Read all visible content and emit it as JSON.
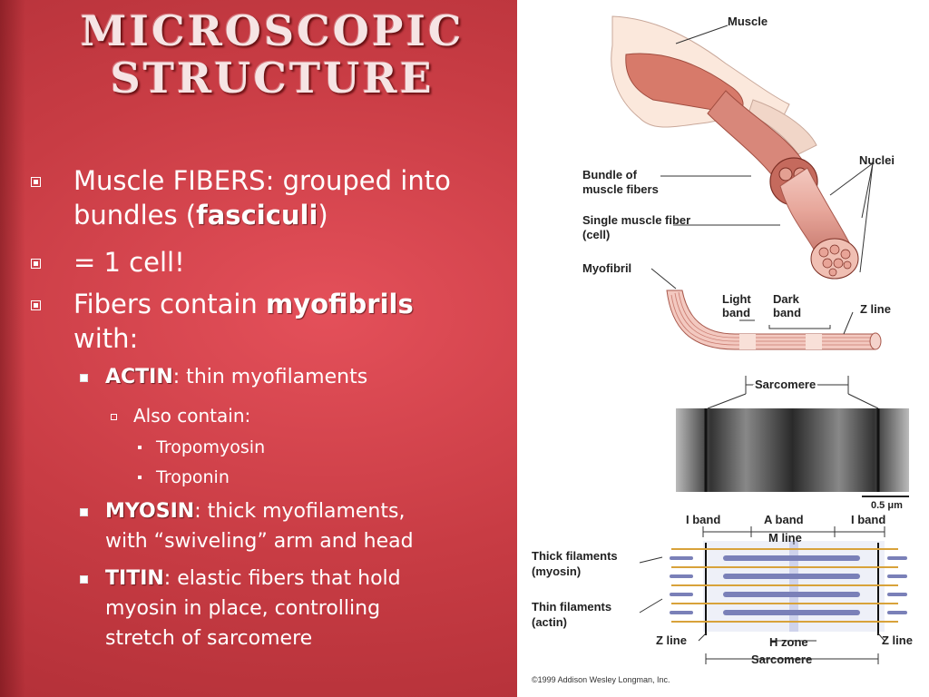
{
  "slide": {
    "title_line1": "MICROSCOPIC",
    "title_line2": "STRUCTURE",
    "colors": {
      "background": "#c83c44",
      "text": "#ffffff",
      "title": "#f6e4e4"
    }
  },
  "bullets": {
    "b1": {
      "pre": "Muscle FIBERS: grouped into",
      "line2_pre": "bundles (",
      "bold": "fasciculi",
      "line2_post": ")"
    },
    "b2": {
      "text": "= 1 cell!"
    },
    "b3": {
      "pre": "Fibers contain ",
      "bold": "myofibrils",
      "line2": "with:"
    },
    "actin": {
      "bold": "ACTIN",
      "rest": ": thin myofilaments"
    },
    "also": {
      "text": "Also contain:"
    },
    "tropomyosin": {
      "text": "Tropomyosin"
    },
    "troponin": {
      "text": "Troponin"
    },
    "myosin": {
      "bold": "MYOSIN",
      "rest": ": thick myofilaments,",
      "line2": "with “swiveling” arm and head"
    },
    "titin": {
      "bold": "TITIN",
      "rest": ": elastic fibers that hold",
      "line2": "myosin in place, controlling",
      "line3": "stretch of sarcomere"
    }
  },
  "figure": {
    "muscle": "Muscle",
    "nuclei": "Nuclei",
    "bundle_l1": "Bundle of",
    "bundle_l2": "muscle fibers",
    "single_l1": "Single muscle fiber",
    "single_l2": "(cell)",
    "myofibril": "Myofibril",
    "light_l1": "Light",
    "light_l2": "band",
    "dark_l1": "Dark",
    "dark_l2": "band",
    "zline_top": "Z line",
    "sarcomere_top": "Sarcomere",
    "scale": "0.5 μm",
    "iband_left": "I band",
    "aband": "A band",
    "iband_right": "I band",
    "mline": "M line",
    "thick_l1": "Thick filaments",
    "thick_l2": "(myosin)",
    "thin_l1": "Thin filaments",
    "thin_l2": "(actin)",
    "zline_left": "Z line",
    "hzone": "H zone",
    "zline_right": "Z line",
    "sarcomere_bottom": "Sarcomere",
    "copyright": "©1999 Addison Wesley Longman, Inc."
  }
}
